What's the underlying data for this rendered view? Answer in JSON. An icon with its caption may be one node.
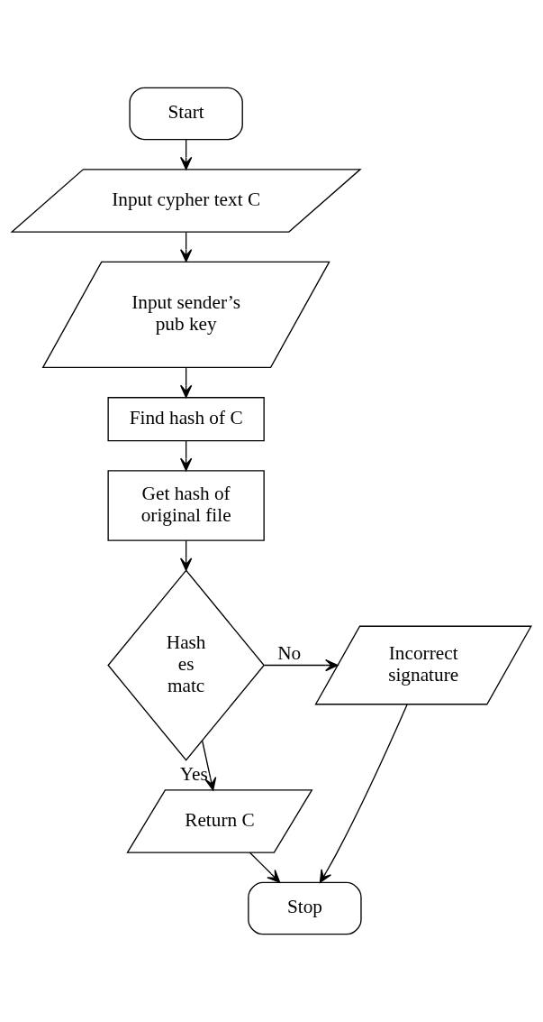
{
  "diagram": {
    "nodes": [
      {
        "text": [
          "Start"
        ]
      },
      {
        "text": [
          "Input cypher text C"
        ]
      },
      {
        "text": [
          "Input sender’s pub key"
        ]
      },
      {
        "text": [
          "Find hash of C"
        ]
      },
      {
        "text": [
          "Get hash of original file"
        ]
      },
      {
        "text": [
          "Hash es matc"
        ]
      },
      {
        "text": [
          "Incorrect signature"
        ]
      },
      {
        "text": [
          "Return C"
        ]
      },
      {
        "text": [
          "Stop"
        ]
      }
    ],
    "edges": [
      {
        "from": 0,
        "to": 1,
        "arrow": "to"
      },
      {
        "from": 1,
        "to": 2,
        "arrow": "to"
      },
      {
        "from": 2,
        "to": 3,
        "arrow": "to"
      },
      {
        "from": 3,
        "to": 4,
        "arrow": "to"
      },
      {
        "from": 4,
        "to": 5,
        "arrow": "to"
      },
      {
        "from": 5,
        "to": 6,
        "arrow": "to",
        "label": "No"
      },
      {
        "from": 5,
        "to": 7,
        "arrow": "to",
        "label": "Yes"
      },
      {
        "from": 7,
        "to": 8,
        "arrow": "to"
      },
      {
        "from": 6,
        "to": 8,
        "arrow": "to"
      }
    ]
  }
}
